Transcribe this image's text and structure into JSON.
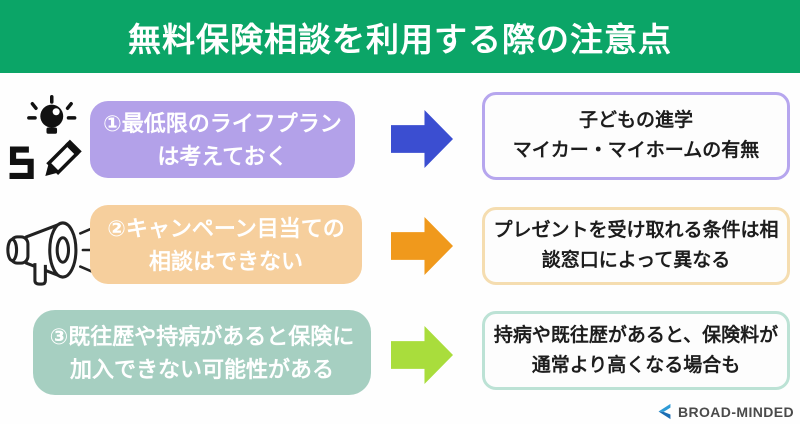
{
  "header": {
    "title": "無料保険相談を利用する際の注意点",
    "bg_color": "#0ba567"
  },
  "rows": [
    {
      "icon": "idea-sketch-icon",
      "label_line1": "①最低限のライフプラン",
      "label_line2": "は考えておく",
      "label_bg": "#b3a1e9",
      "arrow_color": "#3b4ed1",
      "result_line1": "子どもの進学",
      "result_line2": "マイカー・マイホームの有無",
      "result_border": "#b6a6ee"
    },
    {
      "icon": "megaphone-icon",
      "label_line1": "②キャンペーン目当ての",
      "label_line2": "相談はできない",
      "label_bg": "#f6cf9d",
      "arrow_color": "#f0991c",
      "result_line1": "プレゼントを受け取れる条件は相",
      "result_line2": "談窓口によって異なる",
      "result_border": "#f5ddb0"
    },
    {
      "icon": null,
      "label_line1": "③既往歴や持病があると保険に",
      "label_line2": "加入できない可能性がある",
      "label_bg": "#a6cfc1",
      "arrow_color": "#a9dd3c",
      "result_line1": "持病や既往歴があると、保険料が",
      "result_line2": "通常より高くなる場合も",
      "result_border": "#bce2d5"
    }
  ],
  "footer": {
    "brand": "BROAD-MINDED",
    "logo_color_top": "#2e9bd6",
    "logo_color_bottom": "#1b6db3"
  }
}
